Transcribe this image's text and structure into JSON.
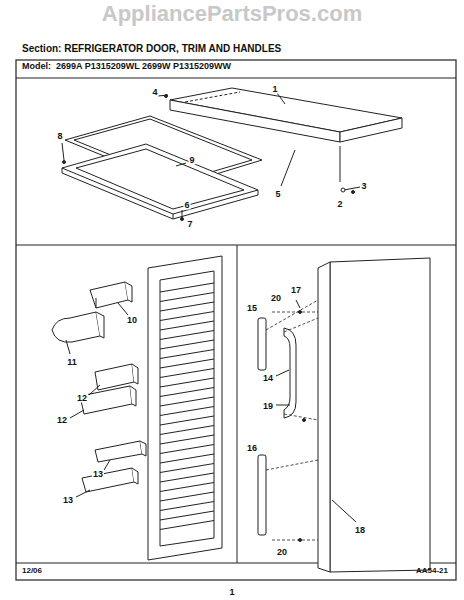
{
  "diagram": {
    "title": "Section: REFRIGERATOR DOOR, TRIM AND HANDLES",
    "labels": [
      "AppliancePartsPros.com",
      "Model:",
      "2699A P1315209WL 2699W P1315209WW",
      "4",
      "1",
      "8",
      "9",
      "6",
      "7",
      "5",
      "2",
      "3",
      "10",
      "11",
      "12",
      "12",
      "13",
      "13",
      "20",
      "17",
      "15",
      "14",
      "19",
      "16",
      "20",
      "18",
      "12/06",
      "AA54-21",
      "1"
    ]
  }
}
